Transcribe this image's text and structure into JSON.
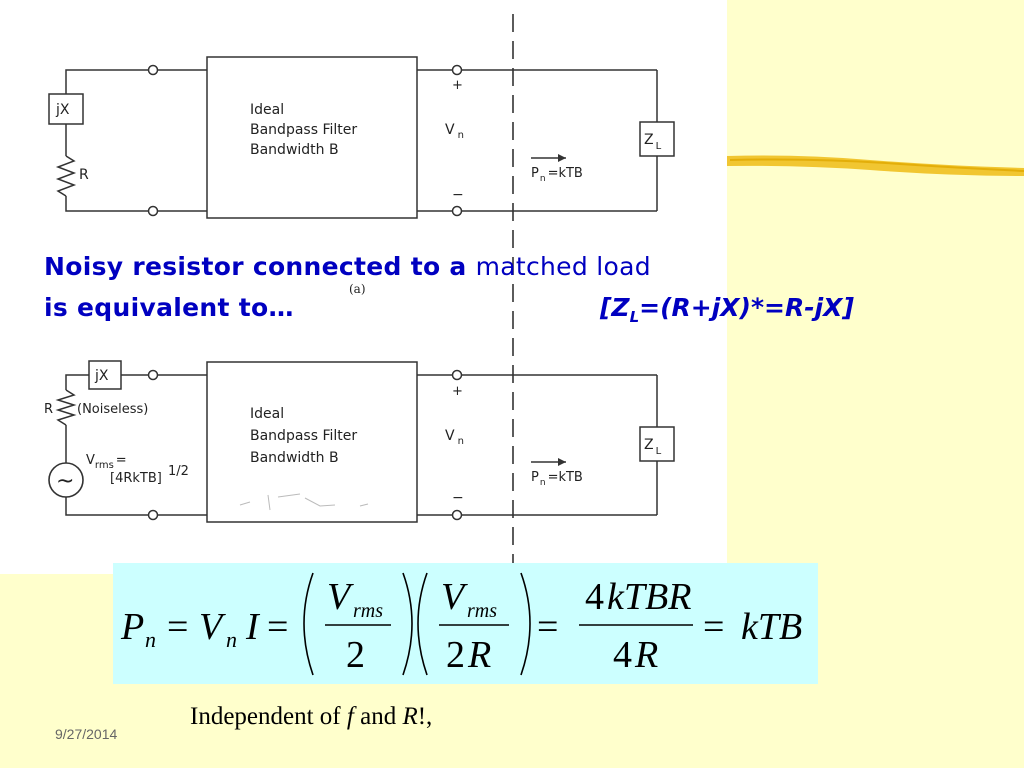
{
  "top_circuit": {
    "reactance": "jX",
    "resistor": "R",
    "filter_line1": "Ideal",
    "filter_line2": "Bandpass Filter",
    "filter_line3": "Bandwidth B",
    "plus": "+",
    "minus": "−",
    "voltage_main": "V",
    "voltage_sub": "n",
    "power_main": "P",
    "power_sub": "n",
    "power_rest": "=kTB",
    "load_main": "Z",
    "load_sub": "L"
  },
  "figure_label": "(a)",
  "title": {
    "line1_bold": "Noisy resistor connected to a",
    "line1_normal": "matched load",
    "line2": "is equivalent to…",
    "zl_open": "[Z",
    "zl_sub": "L",
    "zl_rest": "=(R+jX)*=R-jX]"
  },
  "bottom_circuit": {
    "reactance": "jX",
    "resistor": "R",
    "noiseless": "(Noiseless)",
    "vrms_main": "V",
    "vrms_sub": "rms",
    "vrms_eq": "=",
    "vrms_value": "[4RkTB]",
    "vrms_exp": "1/2",
    "source_symbol": "~",
    "filter_line1": "Ideal",
    "filter_line2": "Bandpass Filter",
    "filter_line3": "Bandwidth B",
    "plus": "+",
    "minus": "−",
    "voltage_main": "V",
    "voltage_sub": "n",
    "power_main": "P",
    "power_sub": "n",
    "power_rest": "=kTB",
    "load_main": "Z",
    "load_sub": "L"
  },
  "equation": {
    "p": "P",
    "p_sub": "n",
    "eq1": "=",
    "v": "V",
    "v_sub": "n",
    "i": "I",
    "eq2": "=",
    "frac1_num": "V",
    "frac1_num_sub": "rms",
    "frac1_den": "2",
    "frac2_num": "V",
    "frac2_num_sub": "rms",
    "frac2_den_num": "2",
    "frac2_den_var": "R",
    "eq3": "=",
    "frac3_num_coef": "4",
    "frac3_num_var": "kTBR",
    "frac3_den_coef": "4",
    "frac3_den_var": "R",
    "eq4": "=",
    "result": "kTB"
  },
  "caption": {
    "prefix": "Independent of ",
    "var1": "f",
    "middle": " and ",
    "var2": "R",
    "suffix": "!,"
  },
  "footer": {
    "date": "9/27/2014"
  },
  "colors": {
    "title_blue": "#0000c0",
    "slide_yellow": "#ffffcc",
    "equation_bg": "#ccffff",
    "accent_stroke": "#f0c020"
  }
}
